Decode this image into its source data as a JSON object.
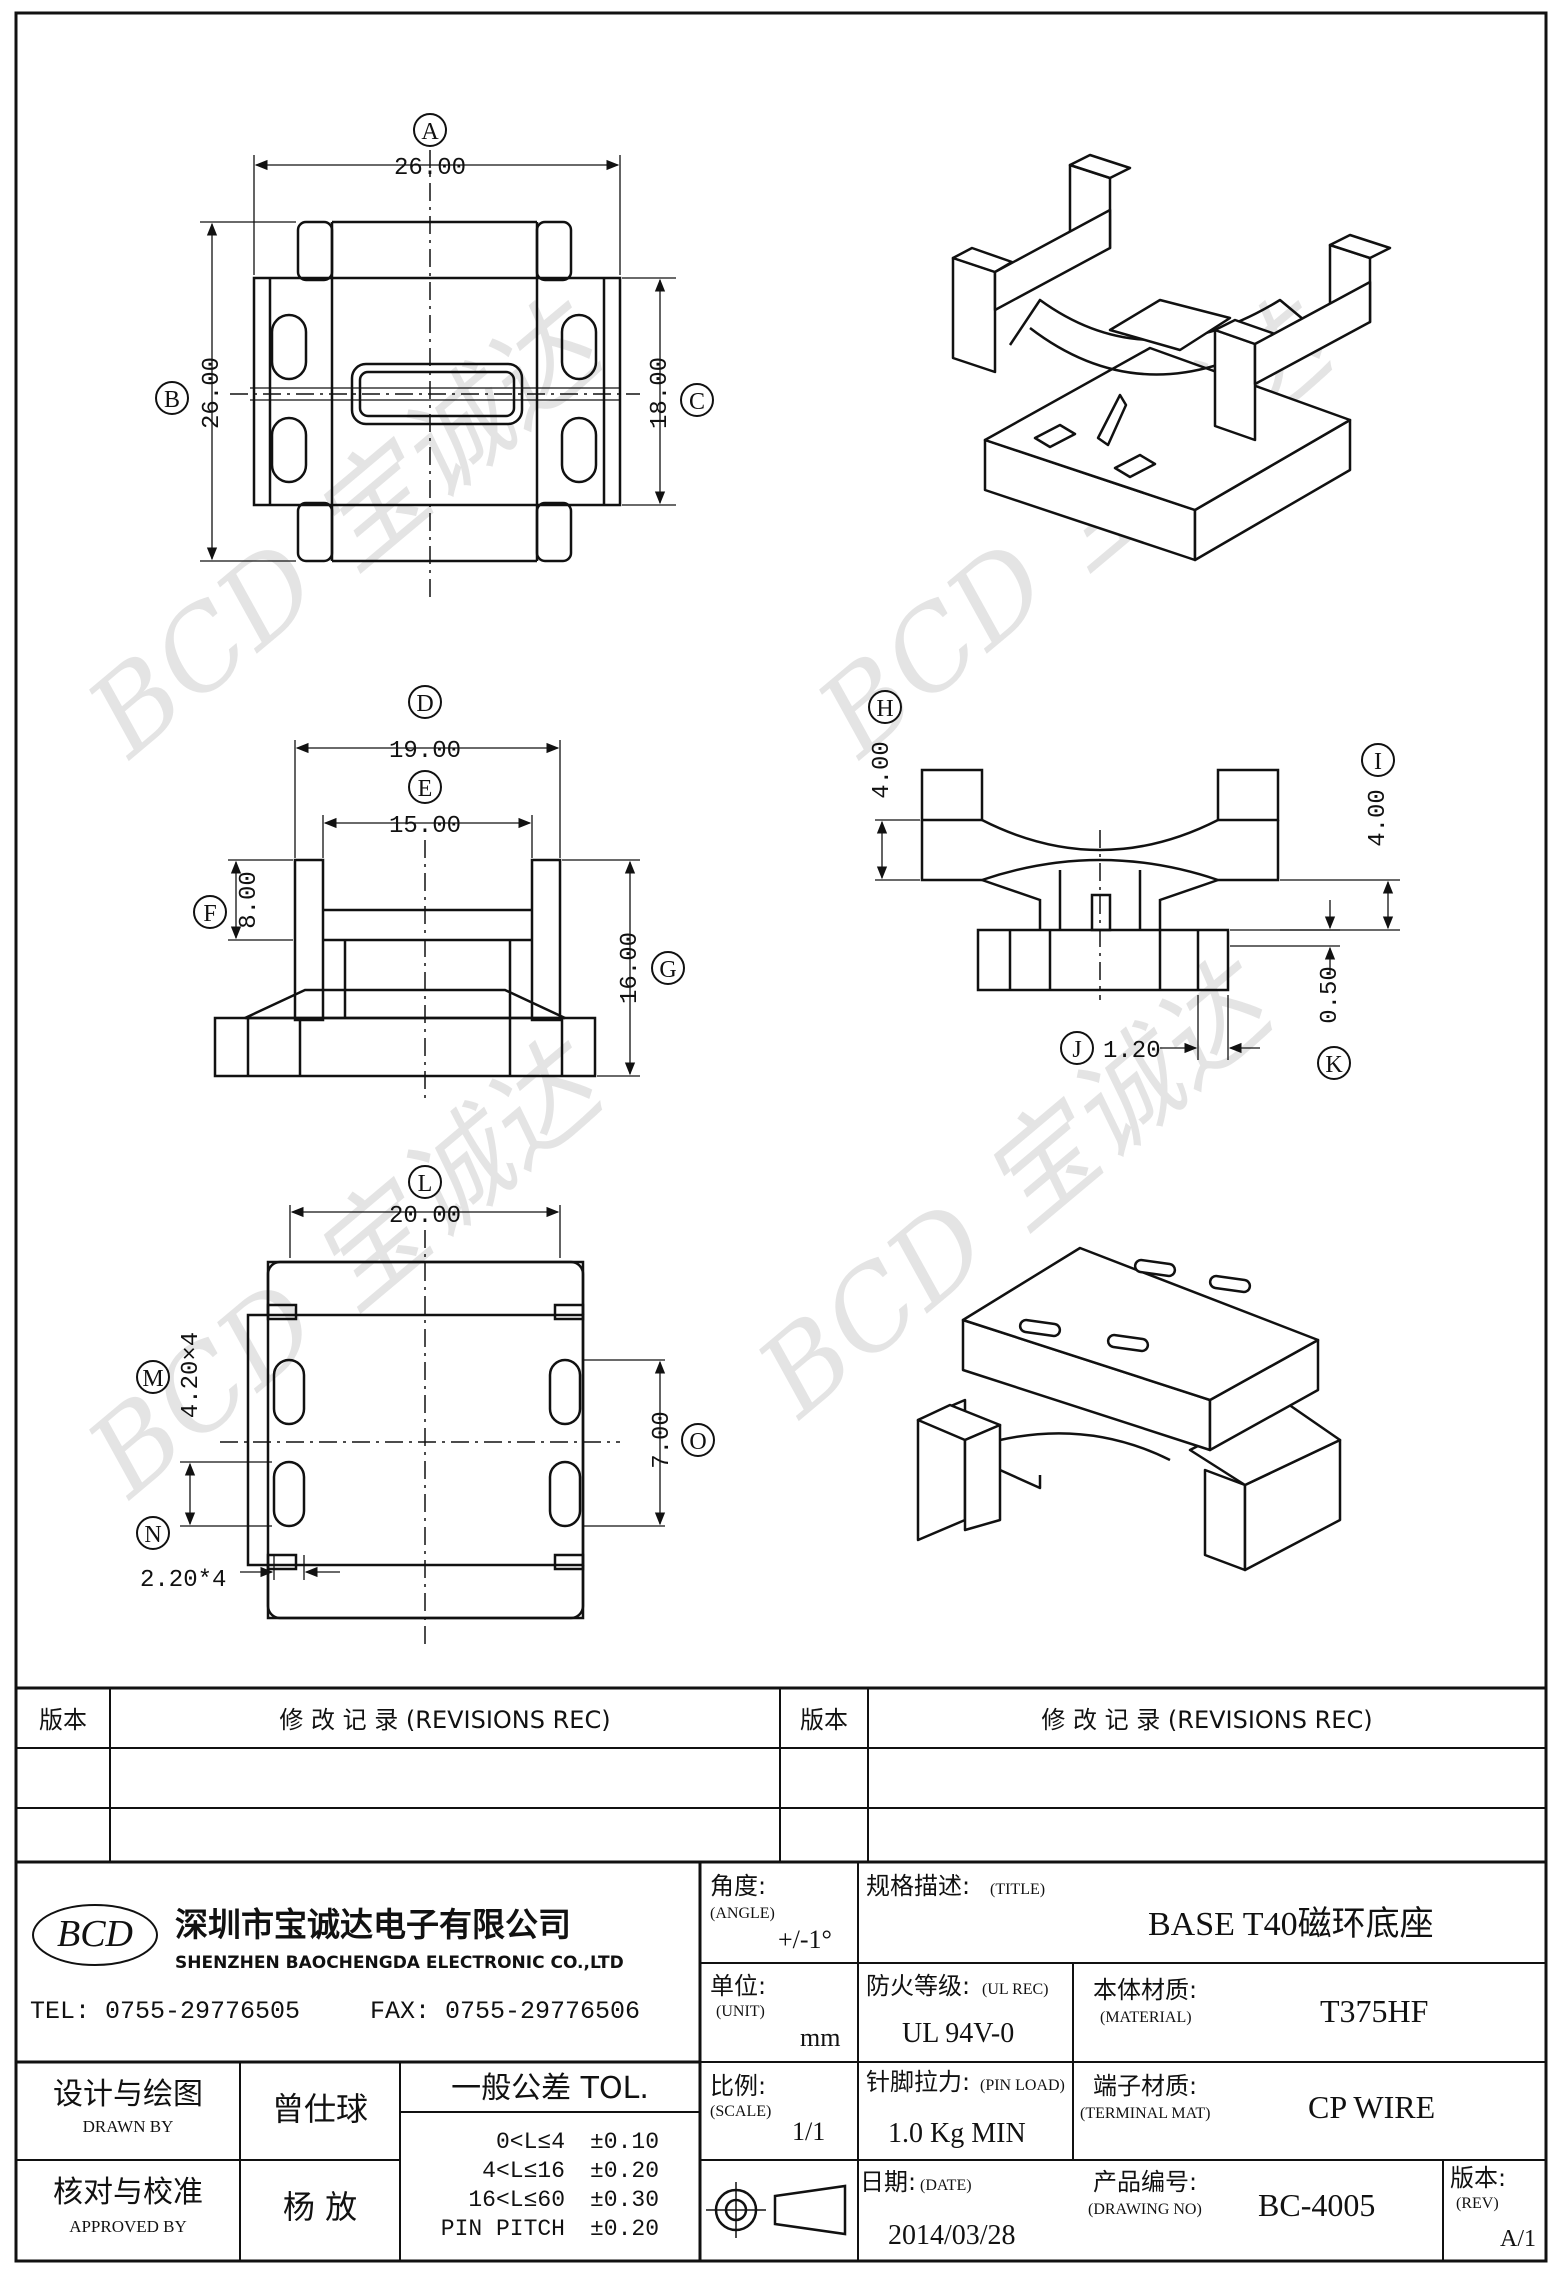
{
  "dimensions": {
    "a": {
      "letter": "A",
      "value": "26.00"
    },
    "b": {
      "letter": "B",
      "value": "26.00"
    },
    "c": {
      "letter": "C",
      "value": "18.00"
    },
    "d": {
      "letter": "D",
      "value": "19.00"
    },
    "e": {
      "letter": "E",
      "value": "15.00"
    },
    "f": {
      "letter": "F",
      "value": "8.00"
    },
    "g": {
      "letter": "G",
      "value": "16.00"
    },
    "h": {
      "letter": "H",
      "value": "4.00"
    },
    "i": {
      "letter": "I",
      "value": "4.00"
    },
    "j": {
      "letter": "J",
      "value": "1.20"
    },
    "k": {
      "letter": "K",
      "value": "0.50"
    },
    "l": {
      "letter": "L",
      "value": "20.00"
    },
    "m": {
      "letter": "M",
      "value": "4.20×4"
    },
    "n": {
      "letter": "N",
      "value": "2.20*4"
    },
    "o": {
      "letter": "O",
      "value": "7.00"
    }
  },
  "watermark": {
    "text": "BCD 宝诚达"
  },
  "revisions": {
    "version_label": "版本",
    "record_label": "修 改 记 录 (REVISIONS REC)"
  },
  "company": {
    "logo": "BCD",
    "name_cn": "深圳市宝诚达电子有限公司",
    "name_en": "SHENZHEN BAOCHENGDA ELECTRONIC CO.,LTD",
    "tel": "TEL: 0755-29776505",
    "fax": "FAX: 0755-29776506"
  },
  "title_block": {
    "angle_label": "角度:",
    "angle_label_en": "(ANGLE)",
    "angle_value": "+/-1°",
    "title_label": "规格描述:",
    "title_label_en": "(TITLE)",
    "title_value": "BASE T40磁环底座",
    "unit_label": "单位:",
    "unit_label_en": "(UNIT)",
    "unit_value": "mm",
    "ul_label": "防火等级:",
    "ul_label_en": "(UL REC)",
    "ul_value": "UL 94V-0",
    "material_label": "本体材质:",
    "material_label_en": "(MATERIAL)",
    "material_value": "T375HF",
    "scale_label": "比例:",
    "scale_label_en": "(SCALE)",
    "scale_value": "1/1",
    "pin_load_label": "针脚拉力:",
    "pin_load_label_en": "(PIN LOAD)",
    "pin_load_value": "1.0 Kg MIN",
    "terminal_label": "端子材质:",
    "terminal_label_en": "(TERMINAL MAT)",
    "terminal_value": "CP WIRE",
    "date_label": "日期:",
    "date_label_en": "(DATE)",
    "date_value": "2014/03/28",
    "drawing_no_label": "产品编号:",
    "drawing_no_label_en": "(DRAWING NO)",
    "drawing_no_value": "BC-4005",
    "rev_label": "版本:",
    "rev_label_en": "(REV)",
    "rev_value": "A/1",
    "drawn_label": "设计与绘图",
    "drawn_label_en": "DRAWN BY",
    "drawn_value": "曾仕球",
    "approved_label": "核对与校准",
    "approved_label_en": "APPROVED BY",
    "approved_value": "杨 放",
    "tol_title": "一般公差 TOL.",
    "tol_rows": [
      {
        "range": "0<L≤4",
        "value": "±0.10"
      },
      {
        "range": "4<L≤16",
        "value": "±0.20"
      },
      {
        "range": "16<L≤60",
        "value": "±0.30"
      },
      {
        "range": "PIN PITCH",
        "value": "±0.20"
      }
    ]
  }
}
